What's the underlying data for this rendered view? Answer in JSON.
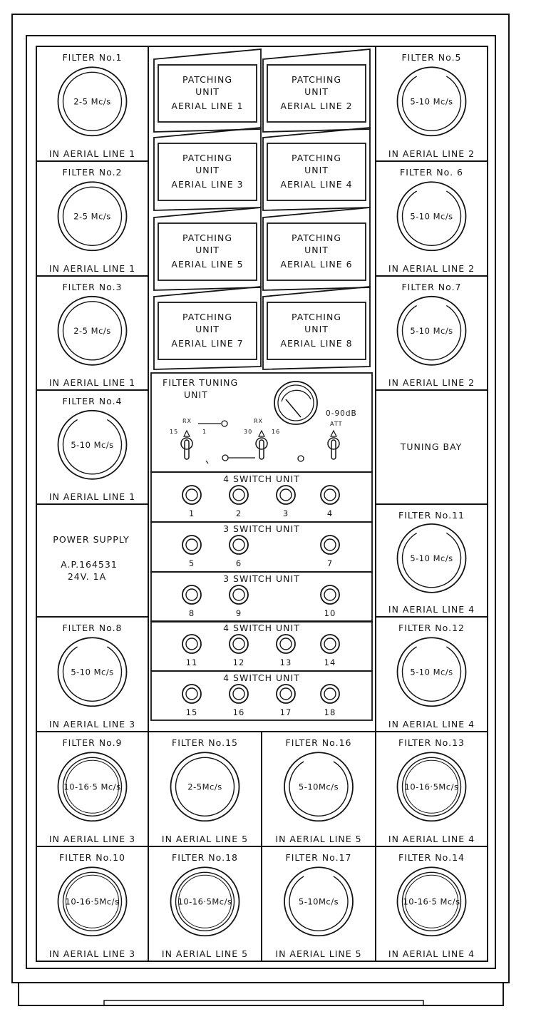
{
  "filters": [
    {
      "title": "FILTER No.1",
      "freq": "2-5 Mc/s",
      "line": "IN AERIAL LINE 1",
      "style": "A"
    },
    {
      "title": "FILTER No.2",
      "freq": "2-5 Mc/s",
      "line": "IN AERIAL LINE 1",
      "style": "A"
    },
    {
      "title": "FILTER No.3",
      "freq": "2-5 Mc/s",
      "line": "IN AERIAL LINE 1",
      "style": "A"
    },
    {
      "title": "FILTER No.4",
      "freq": "5-10 Mc/s",
      "line": "IN AERIAL LINE 1",
      "style": "B"
    },
    {
      "title": "FILTER No.5",
      "freq": "5-10 Mc/s",
      "line": "IN AERIAL LINE 2",
      "style": "B"
    },
    {
      "title": "FILTER No. 6",
      "freq": "5-10 Mc/s",
      "line": "IN AERIAL LINE 2",
      "style": "B"
    },
    {
      "title": "FILTER No.7",
      "freq": "5-10 Mc/s",
      "line": "IN AERIAL LINE 2",
      "style": "B"
    },
    {
      "title": "FILTER No.8",
      "freq": "5-10 Mc/s",
      "line": "IN AERIAL LINE 3",
      "style": "B"
    },
    {
      "title": "FILTER No.11",
      "freq": "5-10 Mc/s",
      "line": "IN AERIAL LINE 4",
      "style": "B"
    },
    {
      "title": "FILTER No.12",
      "freq": "5-10 Mc/s",
      "line": "IN AERIAL LINE 4",
      "style": "B"
    },
    {
      "title": "FILTER No.9",
      "freq": "10-16·5 Mc/s",
      "line": "IN AERIAL LINE 3",
      "style": "C"
    },
    {
      "title": "FILTER No.15",
      "freq": "2-5Mc/s",
      "line": "IN AERIAL LINE 5",
      "style": "A"
    },
    {
      "title": "FILTER No.16",
      "freq": "5-10Mc/s",
      "line": "IN AERIAL LINE 5",
      "style": "B"
    },
    {
      "title": "FILTER No.13",
      "freq": "10-16·5Mc/s",
      "line": "IN AERIAL LINE 4",
      "style": "C"
    },
    {
      "title": "FILTER No.10",
      "freq": "10-16·5Mc/s",
      "line": "IN AERIAL LINE 3",
      "style": "C"
    },
    {
      "title": "FILTER No.18",
      "freq": "10-16·5Mc/s",
      "line": "IN AERIAL LINE 5",
      "style": "C"
    },
    {
      "title": "FILTER No.17",
      "freq": "5-10Mc/s",
      "line": "IN AERIAL LINE 5",
      "style": "B"
    },
    {
      "title": "FILTER No.14",
      "freq": "10-16·5 Mc/s",
      "line": "IN AERIAL LINE 4",
      "style": "C"
    }
  ],
  "patching": [
    {
      "l1": "PATCHING",
      "l2": "UNIT",
      "l3": "AERIAL LINE 1"
    },
    {
      "l1": "PATCHING",
      "l2": "UNIT",
      "l3": "AERIAL LINE 2"
    },
    {
      "l1": "PATCHING",
      "l2": "UNIT",
      "l3": "AERIAL LINE 3"
    },
    {
      "l1": "PATCHING",
      "l2": "UNIT",
      "l3": "AERIAL LINE 4"
    },
    {
      "l1": "PATCHING",
      "l2": "UNIT",
      "l3": "AERIAL LINE 5"
    },
    {
      "l1": "PATCHING",
      "l2": "UNIT",
      "l3": "AERIAL LINE 6"
    },
    {
      "l1": "PATCHING",
      "l2": "UNIT",
      "l3": "AERIAL LINE 7"
    },
    {
      "l1": "PATCHING",
      "l2": "UNIT",
      "l3": "AERIAL LINE 8"
    }
  ],
  "tuning_unit": {
    "title_line1": "FILTER TUNING",
    "title_line2": "UNIT",
    "rx_left": "RX",
    "rx_left_low": "15",
    "rx_left_high": "1",
    "rx_right": "RX",
    "rx_right_low": "30",
    "rx_right_high": "16",
    "att_range": "0-90dB",
    "att_label": "ATT"
  },
  "switch_units": [
    {
      "title": "4 SWITCH UNIT",
      "labels": [
        "1",
        "2",
        "3",
        "4"
      ]
    },
    {
      "title": "3 SWITCH UNIT",
      "labels": [
        "5",
        "6",
        "7"
      ]
    },
    {
      "title": "3 SWITCH UNIT",
      "labels": [
        "8",
        "9",
        "10"
      ]
    },
    {
      "title": "4 SWITCH UNIT",
      "labels": [
        "11",
        "12",
        "13",
        "14"
      ]
    },
    {
      "title": "4 SWITCH UNIT",
      "labels": [
        "15",
        "16",
        "17",
        "18"
      ]
    }
  ],
  "tuning_bay": "TUNING BAY",
  "power_supply": {
    "title": "POWER SUPPLY",
    "ref": "A.P.164531",
    "rating": "24V. 1A"
  }
}
